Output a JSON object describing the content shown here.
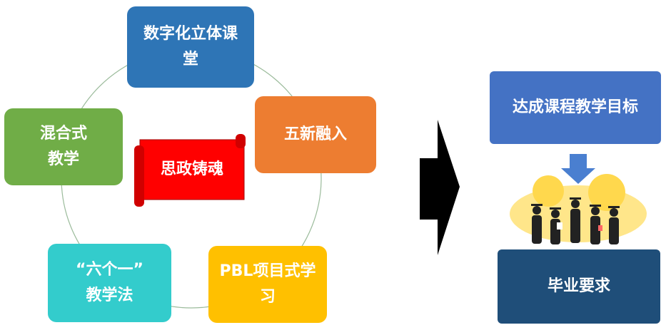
{
  "cycle": {
    "digital_classroom": {
      "line1": "数字化立体课",
      "line2": "堂",
      "color": "#2e75b6"
    },
    "five_new": {
      "line1": "五新融入",
      "color": "#ed7d31"
    },
    "pbl": {
      "line1": "PBL项目式学",
      "line2": "习",
      "color": "#ffc000"
    },
    "six_one": {
      "line1": "“六个一”",
      "line2": "教学法",
      "color": "#33cccc"
    },
    "hybrid": {
      "line1": "混合式",
      "line2": "教学",
      "color": "#70ad47"
    },
    "scroll_label": "思政铸魂",
    "scroll_color": "#ff0000"
  },
  "right": {
    "goal": {
      "label": "达成课程教学目标",
      "color": "#4472c4"
    },
    "graduation": {
      "label": "毕业要求",
      "color": "#1f4e79"
    }
  }
}
